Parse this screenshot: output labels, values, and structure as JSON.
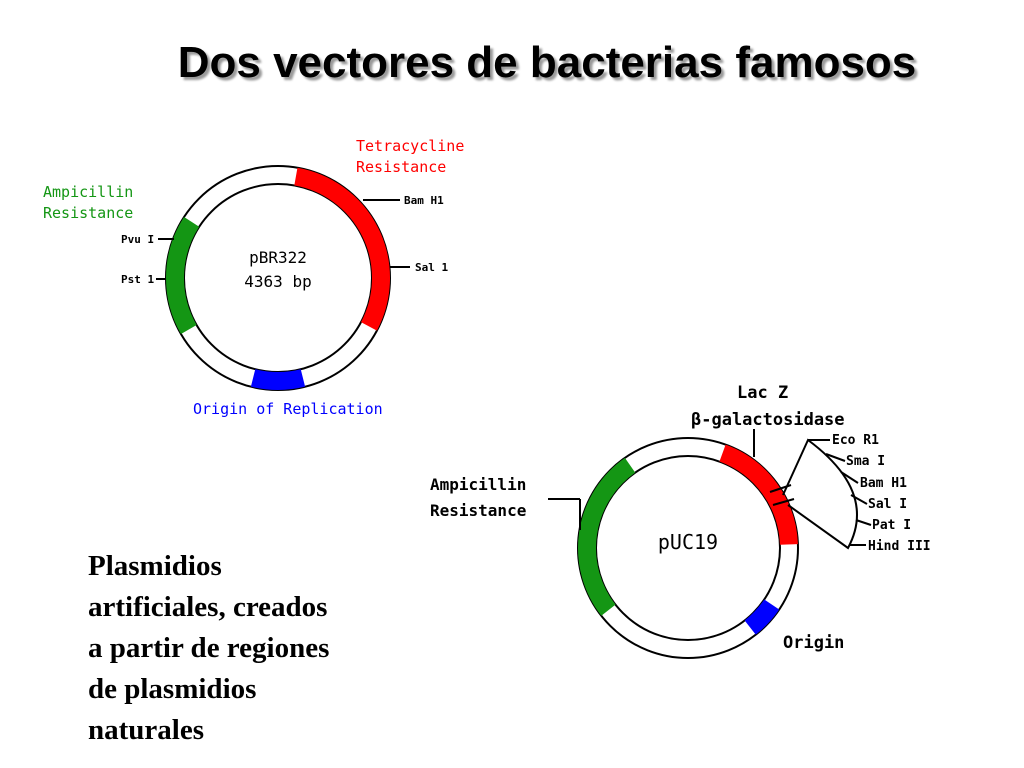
{
  "slide": {
    "title": "Dos vectores de bacterias famosos",
    "description_lines": [
      "Plasmidios",
      "artificiales, creados",
      "a partir de regiones",
      "de plasmidios",
      "naturales"
    ]
  },
  "colors": {
    "ampicillin": "#149614",
    "tetracycline": "#ff0000",
    "origin": "#0000ff",
    "lacz": "#ff0000"
  },
  "pbr322": {
    "name": "pBR322",
    "size": "4363 bp",
    "tetracycline_label_1": "Tetracycline",
    "tetracycline_label_2": "Resistance",
    "ampicillin_label_1": "Ampicillin",
    "ampicillin_label_2": "Resistance",
    "origin_label": "Origin of Replication",
    "sites": {
      "bamh1": "Bam H1",
      "sal1": "Sal 1",
      "pvu1": "Pvu I",
      "pst1": "Pst 1"
    }
  },
  "puc19": {
    "name": "pUC19",
    "lacz_label": "Lac Z",
    "galactosidase_label": "β-galactosidase",
    "ampicillin_label_1": "Ampicillin",
    "ampicillin_label_2": "Resistance",
    "origin_label": "Origin",
    "mcs_sites": [
      "Eco R1",
      "Sma I",
      "Bam H1",
      "Sal I",
      "Pat I",
      "Hind III"
    ]
  }
}
